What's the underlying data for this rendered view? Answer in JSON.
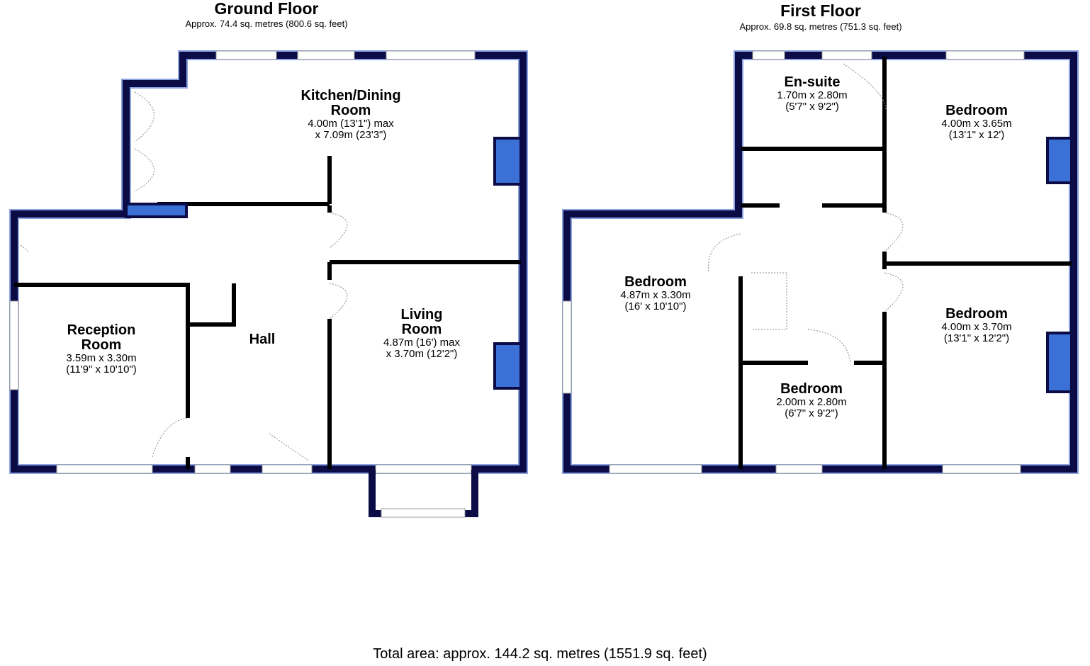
{
  "ground_floor": {
    "title": "Ground Floor",
    "area": "Approx. 74.4 sq. metres (800.6 sq. feet)",
    "rooms": [
      {
        "name": "Kitchen/Dining",
        "name2": "Room",
        "dim1": "4.00m (13'1\") max",
        "dim2": "x 7.09m (23'3\")"
      },
      {
        "name": "Living",
        "name2": "Room",
        "dim1": "4.87m (16') max",
        "dim2": "x 3.70m (12'2\")"
      },
      {
        "name": "Reception",
        "name2": "Room",
        "dim1": "3.59m x 3.30m",
        "dim2": "(11'9\" x 10'10\")"
      },
      {
        "name": "Hall"
      }
    ]
  },
  "first_floor": {
    "title": "First Floor",
    "area": "Approx. 69.8 sq. metres (751.3 sq. feet)",
    "rooms": [
      {
        "name": "En-suite",
        "dim1": "1.70m x 2.80m",
        "dim2": "(5'7\" x 9'2\")"
      },
      {
        "name": "Bedroom",
        "dim1": "4.00m x 3.65m",
        "dim2": "(13'1\" x 12')"
      },
      {
        "name": "Bedroom",
        "dim1": "4.87m x 3.30m",
        "dim2": "(16' x 10'10\")"
      },
      {
        "name": "Bedroom",
        "dim1": "4.00m x 3.70m",
        "dim2": "(13'1\" x 12'2\")"
      },
      {
        "name": "Bedroom",
        "dim1": "2.00m x 2.80m",
        "dim2": "(6'7\" x 9'2\")"
      }
    ]
  },
  "total_area": "Total area: approx. 144.2 sq. metres (1551.9 sq. feet)",
  "colors": {
    "wall": "#0b0b45",
    "chimney": "#3b70d6"
  }
}
